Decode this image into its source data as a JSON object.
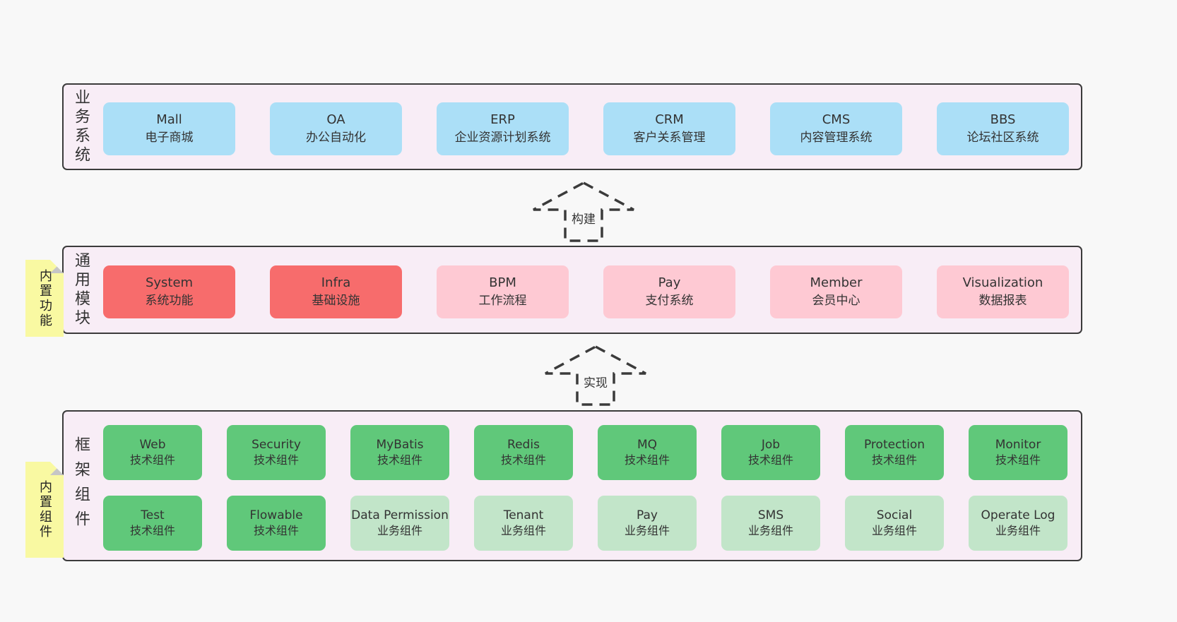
{
  "palette": {
    "page_bg": "#f8f8f8",
    "band_bg": "#f8edf6",
    "band_border": "#3b3b3b",
    "blue": "#abdff7",
    "red": "#f76c6c",
    "pink": "#fec9d3",
    "green": "#60c87a",
    "green_light": "#c2e5c9",
    "sticky_bg": "#f9f9a2",
    "sticky_fold": "#c6c6c6",
    "text": "#333333"
  },
  "arrows": [
    {
      "label": "构建"
    },
    {
      "label": "实现"
    }
  ],
  "bands": [
    {
      "id": "business-systems",
      "label": "业务系统",
      "sticky": null,
      "rows": [
        [
          {
            "name": "Mall",
            "subtitle": "电子商城",
            "color": "blue"
          },
          {
            "name": "OA",
            "subtitle": "办公自动化",
            "color": "blue"
          },
          {
            "name": "ERP",
            "subtitle": "企业资源计划系统",
            "color": "blue"
          },
          {
            "name": "CRM",
            "subtitle": "客户关系管理",
            "color": "blue"
          },
          {
            "name": "CMS",
            "subtitle": "内容管理系统",
            "color": "blue"
          },
          {
            "name": "BBS",
            "subtitle": "论坛社区系统",
            "color": "blue"
          }
        ]
      ]
    },
    {
      "id": "common-modules",
      "label": "通用模块",
      "sticky": "内置功能",
      "rows": [
        [
          {
            "name": "System",
            "subtitle": "系统功能",
            "color": "red"
          },
          {
            "name": "Infra",
            "subtitle": "基础设施",
            "color": "red"
          },
          {
            "name": "BPM",
            "subtitle": "工作流程",
            "color": "pink"
          },
          {
            "name": "Pay",
            "subtitle": "支付系统",
            "color": "pink"
          },
          {
            "name": "Member",
            "subtitle": "会员中心",
            "color": "pink"
          },
          {
            "name": "Visualization",
            "subtitle": "数据报表",
            "color": "pink"
          }
        ]
      ]
    },
    {
      "id": "framework-components",
      "label": "框架组件",
      "sticky": "内置组件",
      "rows": [
        [
          {
            "name": "Web",
            "subtitle": "技术组件",
            "color": "green"
          },
          {
            "name": "Security",
            "subtitle": "技术组件",
            "color": "green"
          },
          {
            "name": "MyBatis",
            "subtitle": "技术组件",
            "color": "green"
          },
          {
            "name": "Redis",
            "subtitle": "技术组件",
            "color": "green"
          },
          {
            "name": "MQ",
            "subtitle": "技术组件",
            "color": "green"
          },
          {
            "name": "Job",
            "subtitle": "技术组件",
            "color": "green"
          },
          {
            "name": "Protection",
            "subtitle": "技术组件",
            "color": "green"
          },
          {
            "name": "Monitor",
            "subtitle": "技术组件",
            "color": "green"
          }
        ],
        [
          {
            "name": "Test",
            "subtitle": "技术组件",
            "color": "green"
          },
          {
            "name": "Flowable",
            "subtitle": "技术组件",
            "color": "green"
          },
          {
            "name": "Data Permission",
            "subtitle": "业务组件",
            "color": "green_light"
          },
          {
            "name": "Tenant",
            "subtitle": "业务组件",
            "color": "green_light"
          },
          {
            "name": "Pay",
            "subtitle": "业务组件",
            "color": "green_light"
          },
          {
            "name": "SMS",
            "subtitle": "业务组件",
            "color": "green_light"
          },
          {
            "name": "Social",
            "subtitle": "业务组件",
            "color": "green_light"
          },
          {
            "name": "Operate Log",
            "subtitle": "业务组件",
            "color": "green_light"
          }
        ]
      ]
    }
  ]
}
